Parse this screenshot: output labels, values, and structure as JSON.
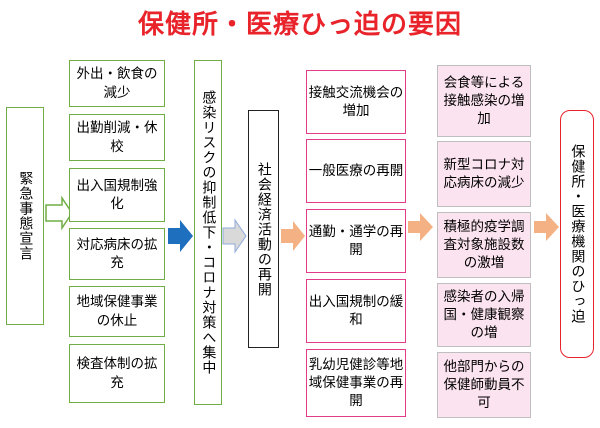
{
  "title": "保健所・医療ひっ迫の要因",
  "start": "緊急事態宣言",
  "measures": [
    "外出・飲食の減少",
    "出勤削減・休校",
    "出入国規制強化",
    "対応病床の拡充",
    "地域保健事業の休止",
    "検査体制の拡充"
  ],
  "effect": "感染リスクの抑制低下・コロナ対策へ集中",
  "restart": "社会経済活動の再開",
  "changes": [
    "接触交流機会の増加",
    "一般医療の再開",
    "通勤・通学の再開",
    "出入国規制の緩和",
    "乳幼児健診等地域保健事業の再開"
  ],
  "causes": [
    "会食等による接触感染の増加",
    "新型コロナ対応病床の減少",
    "積極的疫学調査対象施設数の激増",
    "感染者の入帰国・健康観察の増",
    "他部門からの保健師動員不可"
  ],
  "result": "保健所・医療機関のひっ迫",
  "colors": {
    "title": "#e8232a",
    "green": "#70ad47",
    "pink": "#e03c8a",
    "pinkfill": "#fbe3ef",
    "blue_arrow": "#1f6fbf",
    "orange_arrow": "#f4b183",
    "result_border": "#e8232a"
  }
}
